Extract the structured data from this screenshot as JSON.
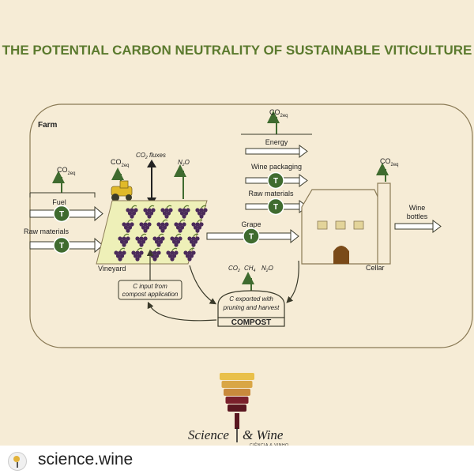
{
  "title": "THE POTENTIAL CARBON NEUTRALITY OF SUSTAINABLE VITICULTURE",
  "farm_label": "Farm",
  "inputs": {
    "co2eq_left": {
      "main": "CO",
      "sub": "2eq"
    },
    "fuel": "Fuel",
    "raw_materials": "Raw materials",
    "transport_symbol": "T"
  },
  "vineyard": {
    "co2eq": {
      "main": "CO",
      "sub": "2eq"
    },
    "co2_fluxes": {
      "main": "CO",
      "sub": "2",
      "rest": " fluxes"
    },
    "n2o": {
      "main": "N",
      "sub": "2",
      "rest": "O"
    },
    "label": "Vineyard"
  },
  "cellar_inputs": {
    "co2eq_top": {
      "main": "CO",
      "sub": "2eq"
    },
    "energy": "Energy",
    "wine_packaging": "Wine packaging",
    "raw_materials": "Raw materials"
  },
  "grape": "Grape",
  "cellar": {
    "co2eq": {
      "main": "CO",
      "sub": "2eq"
    },
    "label": "Cellar",
    "output": [
      "Wine",
      "bottles"
    ]
  },
  "compost": {
    "gases": [
      {
        "main": "CO",
        "sub": "2"
      },
      {
        "main": "CH",
        "sub": "4"
      },
      {
        "main": "N",
        "sub": "2",
        "rest": "O"
      }
    ],
    "exported": [
      "C exported with",
      "pruning and harvest"
    ],
    "label": "COMPOST",
    "input_box": [
      "C input from",
      "compost application"
    ]
  },
  "brand": {
    "name_left": "Science",
    "name_right": "& Wine",
    "subtitle": "CIÊNCIA & VINHO",
    "glass_colors": [
      "#e9c04a",
      "#d9a645",
      "#c98a3c",
      "#7a1f2b",
      "#5a1620"
    ]
  },
  "footer": {
    "handle": "science.wine"
  },
  "colors": {
    "background": "#f6ecd6",
    "title_green": "#5b7a2e",
    "transport_green": "#3f6b2f",
    "line": "#6b5a3b",
    "grape_purple": "#4a2a5a",
    "vineyard_fill": "#eef0b8",
    "tractor": "#e0b92a"
  }
}
